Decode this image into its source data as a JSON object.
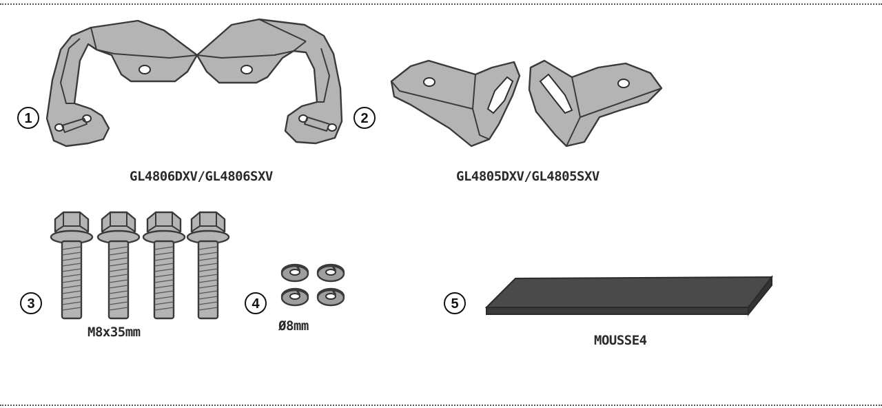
{
  "parts": [
    {
      "number": "1"
    },
    {
      "number": "2"
    },
    {
      "number": "3"
    },
    {
      "number": "4"
    },
    {
      "number": "5"
    }
  ],
  "labels": {
    "brackets_large": "GL4806DXV/GL4806SXV",
    "brackets_small": "GL4805DXV/GL4805SXV",
    "screws": "M8x35mm",
    "washers": "Ø8mm",
    "foam": "MOUSSE4"
  },
  "icons": {
    "brackets_large": "bracket-pair-icon",
    "brackets_small": "small-bracket-pair-icon",
    "screws": "hex-screw-icon",
    "washers": "washer-icon",
    "foam": "foam-strip-icon"
  },
  "colors": {
    "metal": "#b4b4b4",
    "outline": "#3a3a3a",
    "foam": "#4a4a4a"
  }
}
